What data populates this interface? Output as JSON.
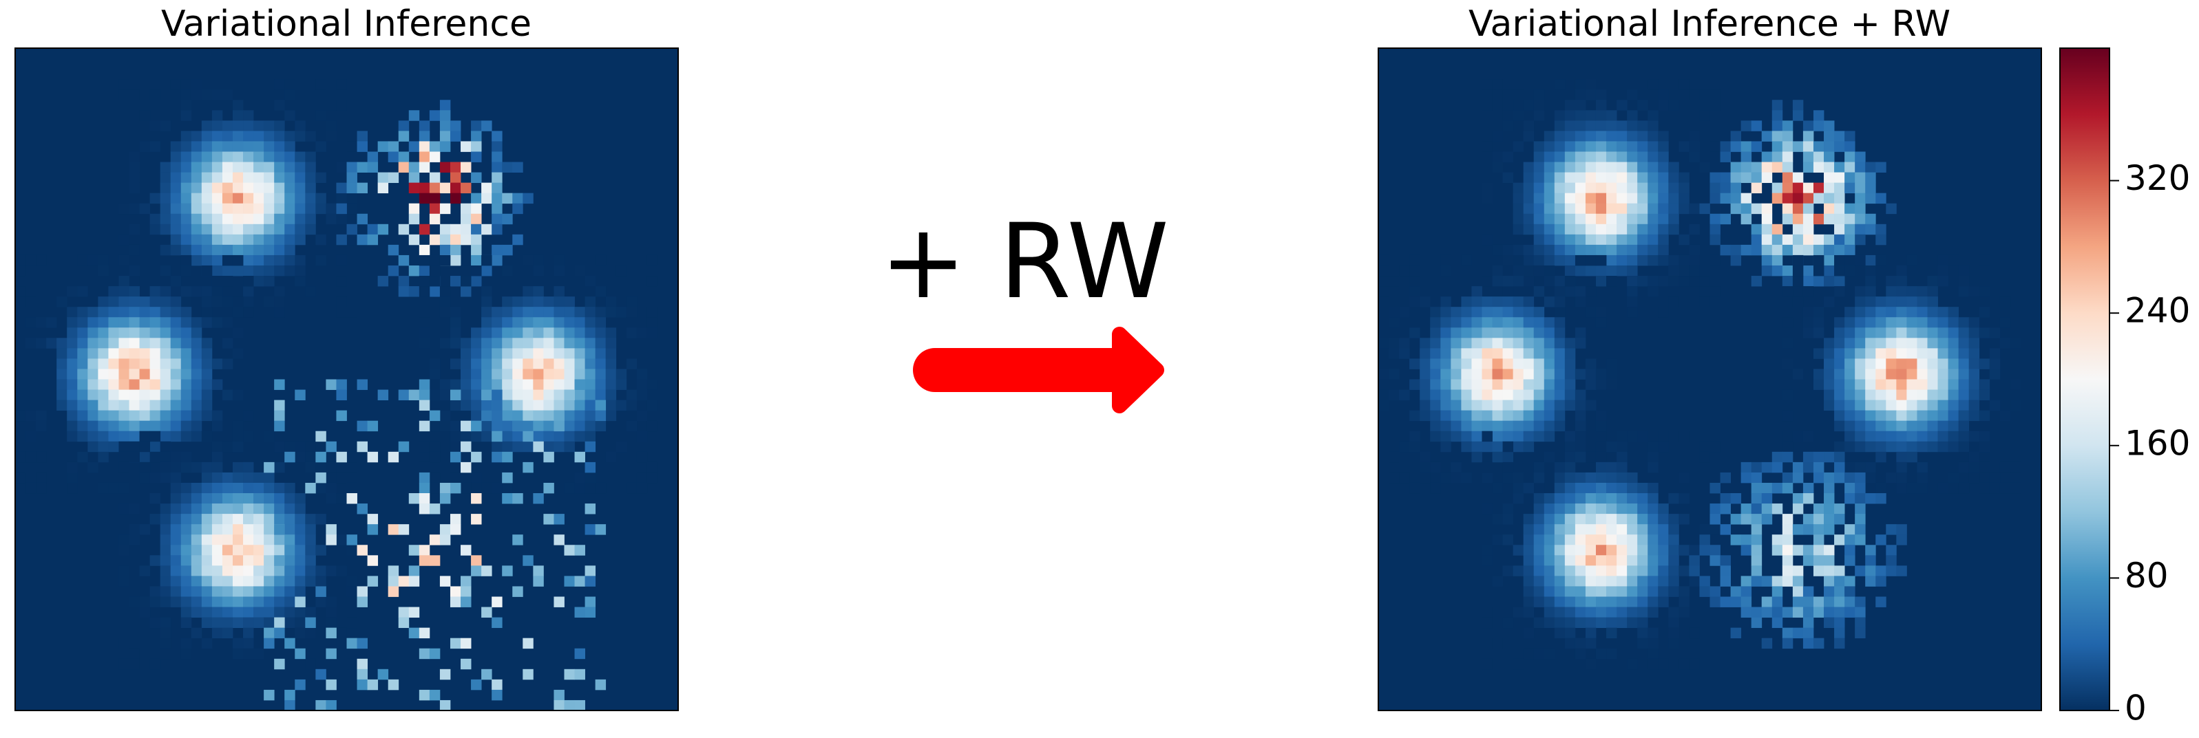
{
  "chart_data": [
    {
      "type": "heatmap",
      "title": "Variational Inference",
      "xlabel": "",
      "ylabel": "",
      "grid": false,
      "axis_ticks": false,
      "background_value": 0,
      "modes": [
        {
          "pos": "top-left",
          "peak": 260,
          "spread": "tight",
          "texture": "smooth"
        },
        {
          "pos": "top-right",
          "peak": 330,
          "spread": "irregular",
          "texture": "sparse-ring"
        },
        {
          "pos": "middle-left",
          "peak": 270,
          "spread": "tight",
          "texture": "smooth"
        },
        {
          "pos": "middle-right",
          "peak": 250,
          "spread": "tight",
          "texture": "smooth"
        },
        {
          "pos": "bottom-left",
          "peak": 260,
          "spread": "tight",
          "texture": "smooth"
        },
        {
          "pos": "bottom-right",
          "peak": 300,
          "spread": "wide",
          "texture": "very-sparse"
        }
      ]
    },
    {
      "type": "heatmap",
      "title": "Variational Inference + RW",
      "xlabel": "",
      "ylabel": "",
      "grid": false,
      "axis_ticks": false,
      "background_value": 0,
      "modes": [
        {
          "pos": "top-left",
          "peak": 270,
          "spread": "tight",
          "texture": "smooth"
        },
        {
          "pos": "top-right",
          "peak": 310,
          "spread": "medium",
          "texture": "speckled"
        },
        {
          "pos": "middle-left",
          "peak": 270,
          "spread": "tight",
          "texture": "smooth"
        },
        {
          "pos": "middle-right",
          "peak": 280,
          "spread": "tight",
          "texture": "smooth"
        },
        {
          "pos": "bottom-left",
          "peak": 260,
          "spread": "tight",
          "texture": "smooth"
        },
        {
          "pos": "bottom-right",
          "peak": 150,
          "spread": "wide",
          "texture": "speckled"
        }
      ]
    }
  ],
  "colorbar": {
    "colormap": "RdBu_r",
    "range": [
      0,
      400
    ],
    "ticks": [
      "0",
      "80",
      "160",
      "240",
      "320"
    ],
    "tick_values": [
      0,
      80,
      160,
      240,
      320
    ]
  },
  "annotation": {
    "text": "+ RW",
    "arrow_icon": "right-arrow-icon",
    "arrow_color": "#ff0000"
  },
  "colors": {
    "background_cell": "#08306b",
    "frame": "#000000"
  }
}
